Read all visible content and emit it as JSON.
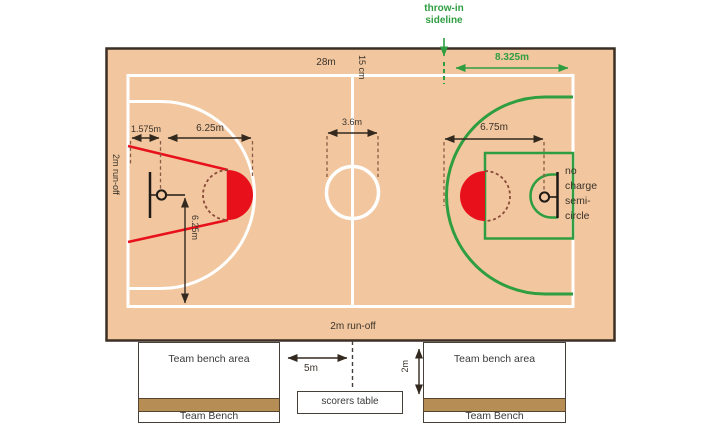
{
  "colors": {
    "court_surface": "#f2c79f",
    "court_border": "#3b2e24",
    "court_lines_white": "#ffffff",
    "key_red": "#e8111b",
    "fiba_green": "#2f9e41",
    "bench_brown": "#b68d55",
    "dimension_ink": "#33291f"
  },
  "annotations": {
    "throw_in_sideline": {
      "line1": "throw-in",
      "line2": "sideline"
    },
    "baseline_to_throw_in": "8.325m",
    "court_length": "28m",
    "line_width": "15 cm",
    "centre_circle_diameter": "3.6m",
    "backboard_to_baseline": "1.575m",
    "three_point_radius_old": "6.25m",
    "three_point_radius_old_vertical": "6.25m",
    "three_point_radius_new": "6.75m",
    "no_charge": {
      "line1": "no",
      "line2": "charge",
      "line3": "semi-",
      "line4": "circle"
    },
    "runoff_side": "2m run-off",
    "runoff_baseline": "2m run-off"
  },
  "bench_zone": {
    "left": {
      "area_label": "Team bench area",
      "bench_label": "Team Bench"
    },
    "right": {
      "area_label": "Team bench area",
      "bench_label": "Team Bench"
    },
    "scorers_table": "scorers table",
    "bench_to_centre": "5m",
    "table_depth": "2m"
  }
}
